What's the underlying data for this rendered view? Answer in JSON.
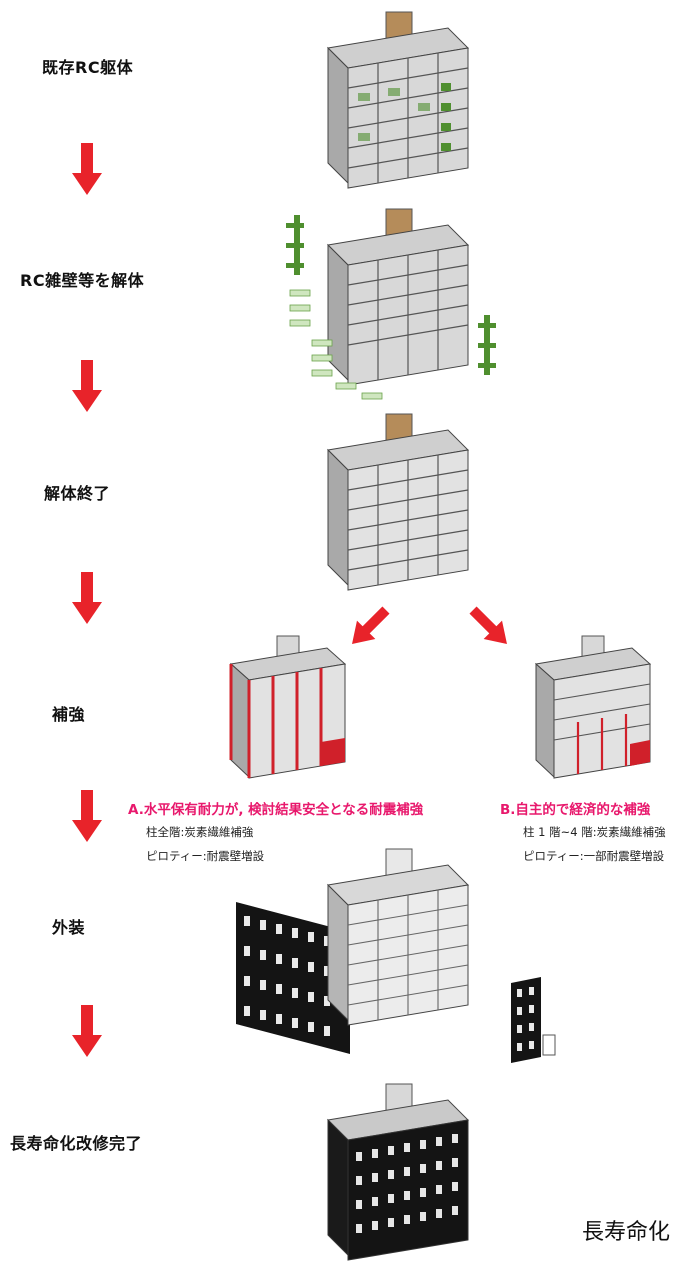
{
  "steps": [
    {
      "label": "既存RC躯体"
    },
    {
      "label": "RC雑壁等を解体"
    },
    {
      "label": "解体終了"
    },
    {
      "label": "補強"
    },
    {
      "label": "外装"
    },
    {
      "label": "長寿命化改修完了"
    }
  ],
  "options": {
    "a": {
      "title": "A.水平保有耐力が, 検討結果安全となる耐震補強",
      "line1": "柱全階:炭素繊維補強",
      "line2": "ピロティー:耐震壁増設"
    },
    "b": {
      "title": "B.自主的で経済的な補強",
      "line1": "柱 1 階~4 階:炭素繊維補強",
      "line2": "ピロティー:一部耐震壁増設"
    }
  },
  "caption": "長寿命化",
  "colors": {
    "arrow": "#e8232a",
    "accent_pink": "#e8186c",
    "concrete": "#bdbdbd",
    "stair_tower": "#b58c5a",
    "wall_green": "#4f8f2f",
    "reinforce_red": "#d0202a",
    "cladding_black": "#141414"
  }
}
